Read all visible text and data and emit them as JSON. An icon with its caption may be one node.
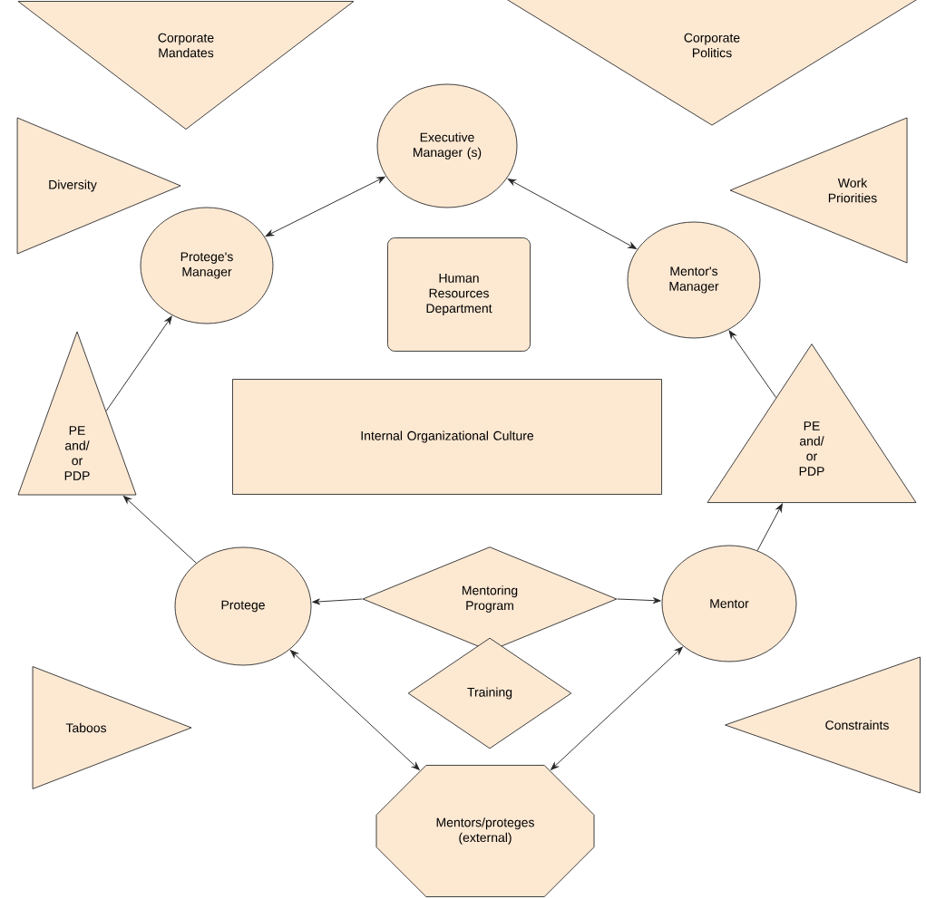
{
  "diagram": {
    "nodes": [
      {
        "text": [
          "Corporate Mandates"
        ]
      },
      {
        "text": [
          "Corporate Politics"
        ]
      },
      {
        "text": [
          "Executive Manager (s)"
        ]
      },
      {
        "text": [
          "Diversity"
        ]
      },
      {
        "text": [
          "Work Priorities"
        ]
      },
      {
        "text": [
          "Protege's Manager"
        ]
      },
      {
        "text": [
          "Human Resources Department"
        ]
      },
      {
        "text": [
          "Mentor's Manager"
        ]
      },
      {
        "text": [
          "PE and/ or PDP"
        ]
      },
      {
        "text": [
          "Internal Organizational Culture"
        ]
      },
      {
        "text": [
          "PE and/ or PDP"
        ]
      },
      {
        "text": [
          "Protege"
        ]
      },
      {
        "text": [
          "Mentoring Program"
        ]
      },
      {
        "text": [
          "Mentor"
        ]
      },
      {
        "text": [
          "Training"
        ]
      },
      {
        "text": [
          "Taboos"
        ]
      },
      {
        "text": [
          "Constraints"
        ]
      },
      {
        "text": [
          "Mentors/proteges (external)"
        ]
      }
    ],
    "edges": [
      {
        "from": 2,
        "to": 5,
        "arrow": "both"
      },
      {
        "from": 2,
        "to": 7,
        "arrow": "both"
      },
      {
        "from": 8,
        "to": 5,
        "arrow": "to"
      },
      {
        "from": 10,
        "to": 7,
        "arrow": "to"
      },
      {
        "from": 11,
        "to": 8,
        "arrow": "to"
      },
      {
        "from": 13,
        "to": 10,
        "arrow": "to"
      },
      {
        "from": 12,
        "to": 11,
        "arrow": "to"
      },
      {
        "from": 12,
        "to": 13,
        "arrow": "to"
      },
      {
        "from": 11,
        "to": 17,
        "arrow": "both"
      },
      {
        "from": 13,
        "to": 17,
        "arrow": "both"
      }
    ]
  }
}
